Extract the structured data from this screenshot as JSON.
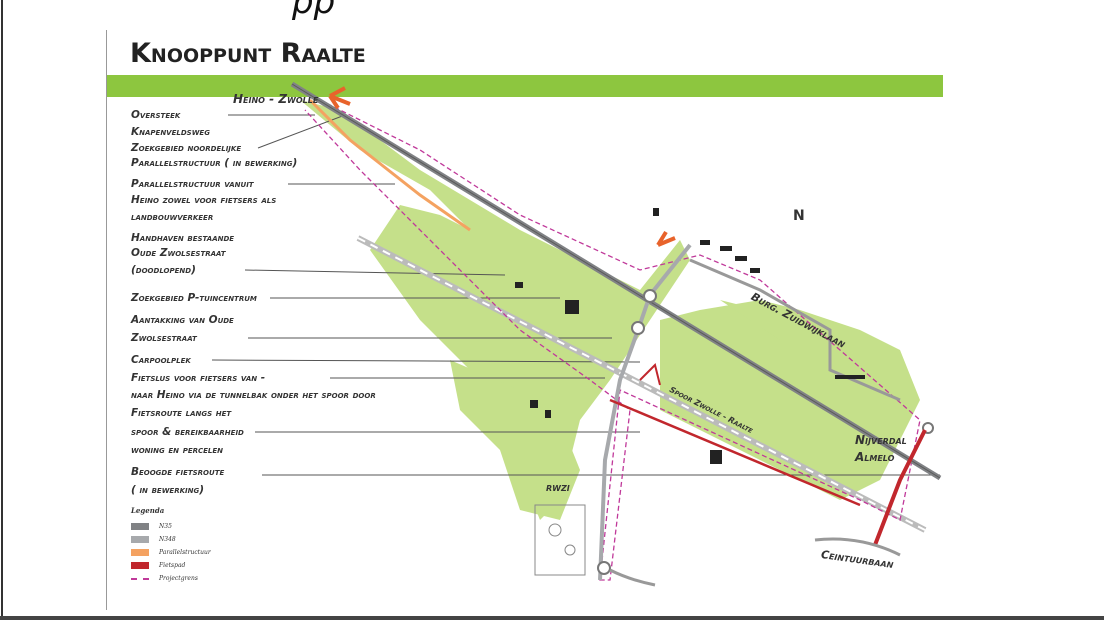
{
  "slide_fragment": "pp",
  "title": "Knooppunt Raalte",
  "labels": [
    "Oversteek",
    "Knapenveldsweg",
    "Zoekgebied noordelijke",
    "Parallelstructuur ( in bewerking)",
    "Parallelstructuur vanuit",
    "Heino zowel voor fietsers als",
    "landbouwverkeer",
    "Handhaven bestaande",
    "Oude Zwolsestraat",
    "(doodlopend)",
    "Zoekgebied P-tuincentrum",
    "Aantakking van Oude",
    "Zwolsestraat",
    "Carpoolplek",
    "Fietslus voor fietsers van -",
    "naar Heino via de tunnelbak onder het spoor door",
    "Fietsroute langs het",
    "spoor & bereikbaarheid",
    "woning en  percelen",
    "Beoogde fietsroute",
    "( in bewerking)"
  ],
  "legend": {
    "title": "Legenda",
    "items": [
      {
        "label": "N35",
        "color": "#808285"
      },
      {
        "label": "N348",
        "color": "#a7a9ac"
      },
      {
        "label": "Parallelstructuur",
        "color": "#f4a261"
      },
      {
        "label": "Fietspad",
        "color": "#c1272d"
      },
      {
        "label": "Projectgrens",
        "color": "#c0399a"
      }
    ]
  },
  "map_labels": {
    "heino_zwolle": "Heino - Zwolle",
    "north": "N",
    "burg": "Burg. Zuidwijklaan",
    "spoor": "Spoor Zwolle - Raalte",
    "nijverdal": "Nijverdal",
    "almelo": "Almelo",
    "ceintuurbaan": "Ceintuurbaan",
    "rwzi": "RWZI"
  },
  "colors": {
    "green_bar": "#8dc63f",
    "green_area": "#c5e08a"
  }
}
